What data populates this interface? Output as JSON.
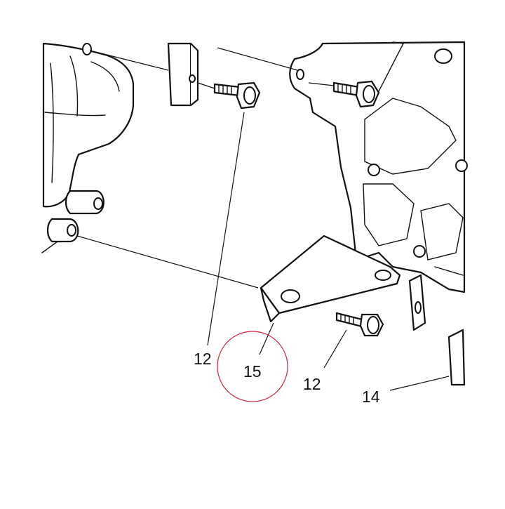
{
  "labels": {
    "callout_12_left": "12",
    "callout_12_right": "12",
    "callout_14": "14",
    "callout_15": "15"
  },
  "highlight_color": "#c8283c"
}
